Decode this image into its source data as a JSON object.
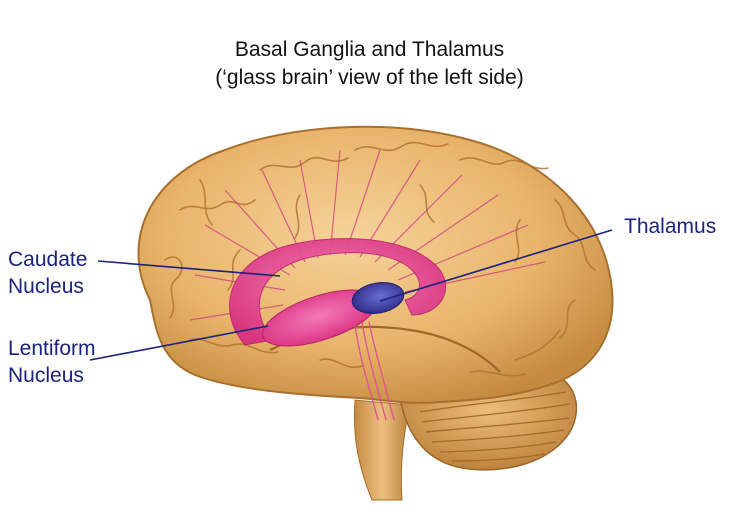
{
  "title": {
    "line1": "Basal Ganglia and Thalamus",
    "line2": "(‘glass brain’ view of the left side)"
  },
  "labels": {
    "caudate": [
      "Caudate",
      "Nucleus"
    ],
    "lentiform": [
      "Lentiform",
      "Nucleus"
    ],
    "thalamus": "Thalamus"
  },
  "colors": {
    "brain": "#e9b56c",
    "brain_shadow": "#c48a3f",
    "basal_ganglia": "#e8448f",
    "thalamus": "#3d3aa0",
    "label_text": "#1a237e",
    "leader_line": "#1a237e"
  }
}
